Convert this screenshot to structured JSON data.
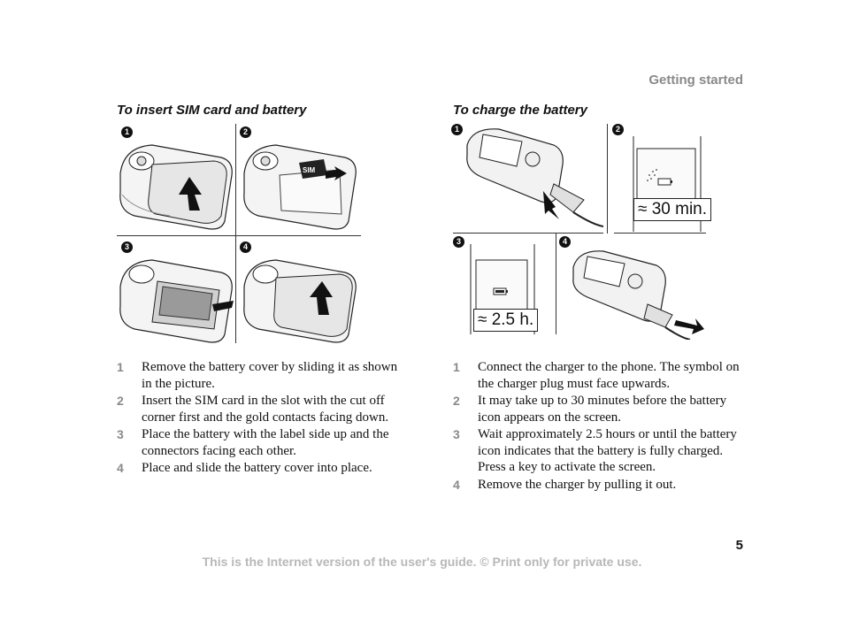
{
  "header": {
    "section": "Getting started"
  },
  "left": {
    "title": "To insert SIM card and battery",
    "badges": [
      "1",
      "2",
      "3",
      "4"
    ],
    "sim_label": "SIM",
    "steps": [
      {
        "num": "1",
        "text": "Remove the battery cover by sliding it as shown in the picture."
      },
      {
        "num": "2",
        "text": "Insert the SIM card in the slot with the cut off corner first and the gold contacts facing down."
      },
      {
        "num": "3",
        "text": "Place the battery with the label side up and the connectors facing each other."
      },
      {
        "num": "4",
        "text": "Place and slide the battery cover into place."
      }
    ]
  },
  "right": {
    "title": "To charge the battery",
    "badges": [
      "1",
      "2",
      "3",
      "4"
    ],
    "callout_2": "≈ 30 min.",
    "callout_3": "≈ 2.5 h.",
    "steps": [
      {
        "num": "1",
        "text": "Connect the charger to the phone. The symbol on the charger plug must face upwards."
      },
      {
        "num": "2",
        "text": "It may take up to 30 minutes before the battery icon appears on the screen."
      },
      {
        "num": "3",
        "text": "Wait approximately 2.5 hours or until the battery icon indicates that the battery is fully charged. Press a key to activate the screen."
      },
      {
        "num": "4",
        "text": "Remove the charger by pulling it out."
      }
    ]
  },
  "page_number": "5",
  "footer": "This is the Internet version of the user's guide. © Print only for private use."
}
